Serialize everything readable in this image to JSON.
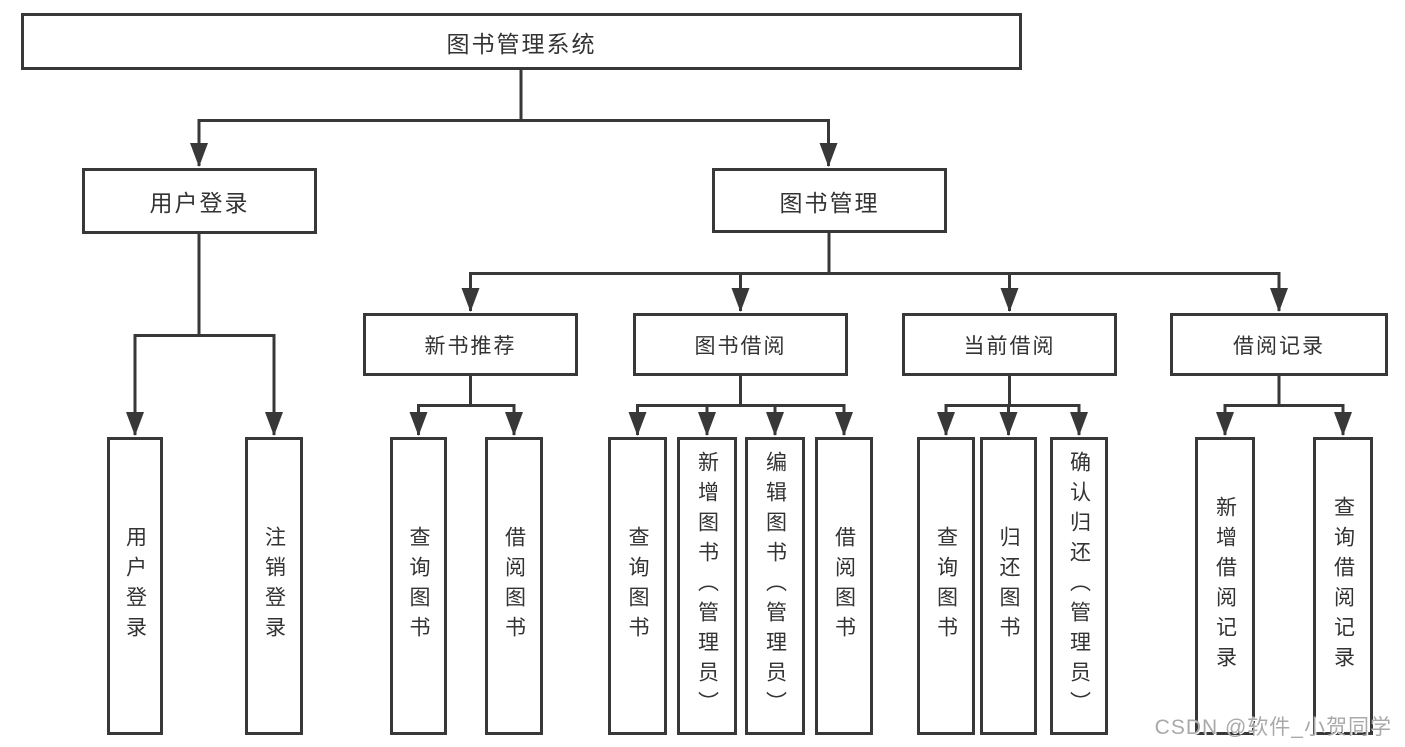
{
  "diagram": {
    "root": {
      "label": "图书管理系统"
    },
    "branches": [
      {
        "label": "用户登录",
        "leaves": [
          {
            "label": "用户登录"
          },
          {
            "label": "注销登录"
          }
        ]
      },
      {
        "label": "图书管理",
        "groups": [
          {
            "label": "新书推荐",
            "leaves": [
              {
                "label": "查询图书"
              },
              {
                "label": "借阅图书"
              }
            ]
          },
          {
            "label": "图书借阅",
            "leaves": [
              {
                "label": "查询图书"
              },
              {
                "label": "新增图书（管理员）"
              },
              {
                "label": "编辑图书（管理员）"
              },
              {
                "label": "借阅图书"
              }
            ]
          },
          {
            "label": "当前借阅",
            "leaves": [
              {
                "label": "查询图书"
              },
              {
                "label": "归还图书"
              },
              {
                "label": "确认归还（管理员）"
              }
            ]
          },
          {
            "label": "借阅记录",
            "leaves": [
              {
                "label": "新增借阅记录"
              },
              {
                "label": "查询借阅记录"
              }
            ]
          }
        ]
      }
    ]
  },
  "colors": {
    "line": "#383838",
    "text": "#333333",
    "watermark": "#a9a9a9"
  },
  "watermark": {
    "text": "CSDN @软件_小贺同学"
  }
}
